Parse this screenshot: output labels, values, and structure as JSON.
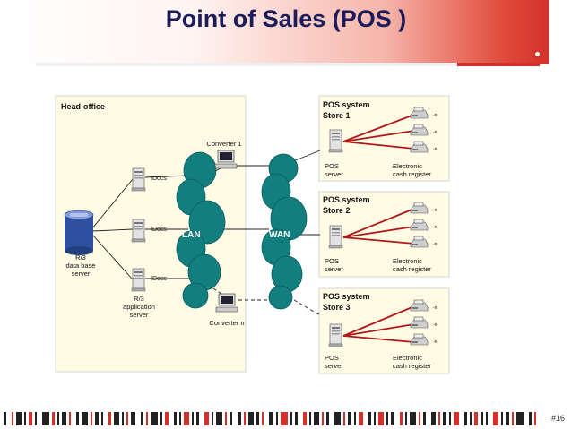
{
  "title": "Point of Sales (POS )",
  "head_office": {
    "label": "Head-office",
    "db_server_line1": "R/3",
    "db_server_line2": "data base",
    "db_server_line3": "server",
    "app_server_line1": "R/3",
    "app_server_line2": "application",
    "app_server_line3": "server",
    "idoc_label": "IDocs",
    "converter1": "Converter 1",
    "converter_n": "Converter n"
  },
  "network": {
    "lan": "LAN",
    "wan": "WAN"
  },
  "stores": [
    {
      "line1": "POS system",
      "line2": "Store 1",
      "server_line1": "POS",
      "server_line2": "server",
      "register_line1": "Electronic",
      "register_line2": "cash register"
    },
    {
      "line1": "POS system",
      "line2": "Store 2",
      "server_line1": "POS",
      "server_line2": "server",
      "register_line1": "Electronic",
      "register_line2": "cash register"
    },
    {
      "line1": "POS system",
      "line2": "Store 3",
      "server_line1": "POS",
      "server_line2": "server",
      "register_line1": "Electronic",
      "register_line2": "cash register"
    }
  ],
  "register_mark": "-n",
  "page_number": "#16",
  "colors": {
    "title": "#1c1c5a",
    "accent": "#d2322a",
    "panel": "#fffbe4",
    "cloud": "#137e7e",
    "link_red": "#b01818"
  }
}
